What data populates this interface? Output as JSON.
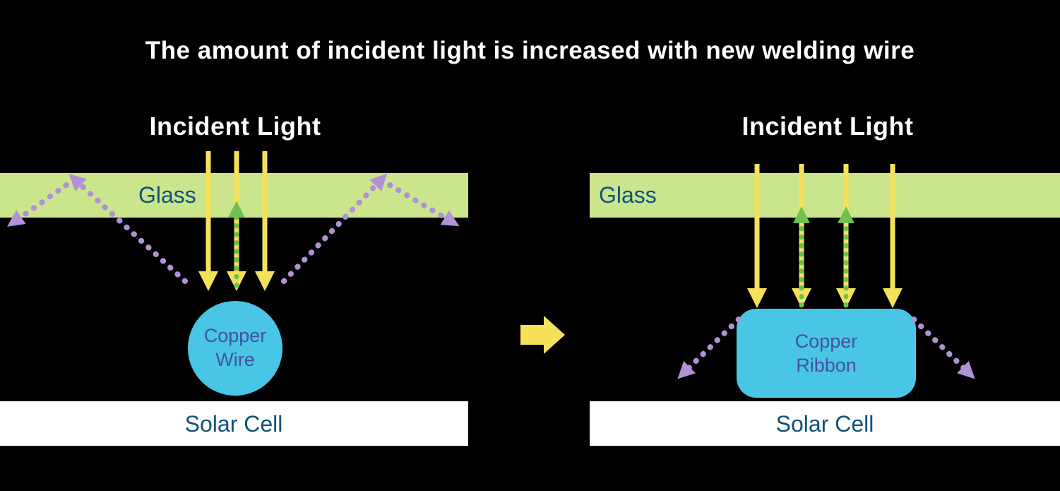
{
  "title": "The amount of incident light is increased with new welding wire",
  "colors": {
    "background": "#000000",
    "title_text": "#ffffff",
    "incident_text": "#ffffff",
    "glass": "#cbe58d",
    "glass_label_text": "#0f527c",
    "solar_cell": "#ffffff",
    "solar_label_text": "#0f527c",
    "copper_shape": "#49c5e5",
    "copper_label_text": "#4352a3",
    "incident_arrow": "#f6e15b",
    "reflected_arrow": "#6fc24f",
    "escaped_arrow": "#b292d6",
    "transition_arrow": "#f6e15b"
  },
  "left_panel": {
    "incident_light_label": "Incident Light",
    "glass_label": "Glass",
    "component_line1": "Copper",
    "component_line2": "Wire",
    "solar_cell_label": "Solar Cell"
  },
  "right_panel": {
    "incident_light_label": "Incident Light",
    "glass_label": "Glass",
    "component_line1": "Copper",
    "component_line2": "Ribbon",
    "solar_cell_label": "Solar Cell"
  }
}
